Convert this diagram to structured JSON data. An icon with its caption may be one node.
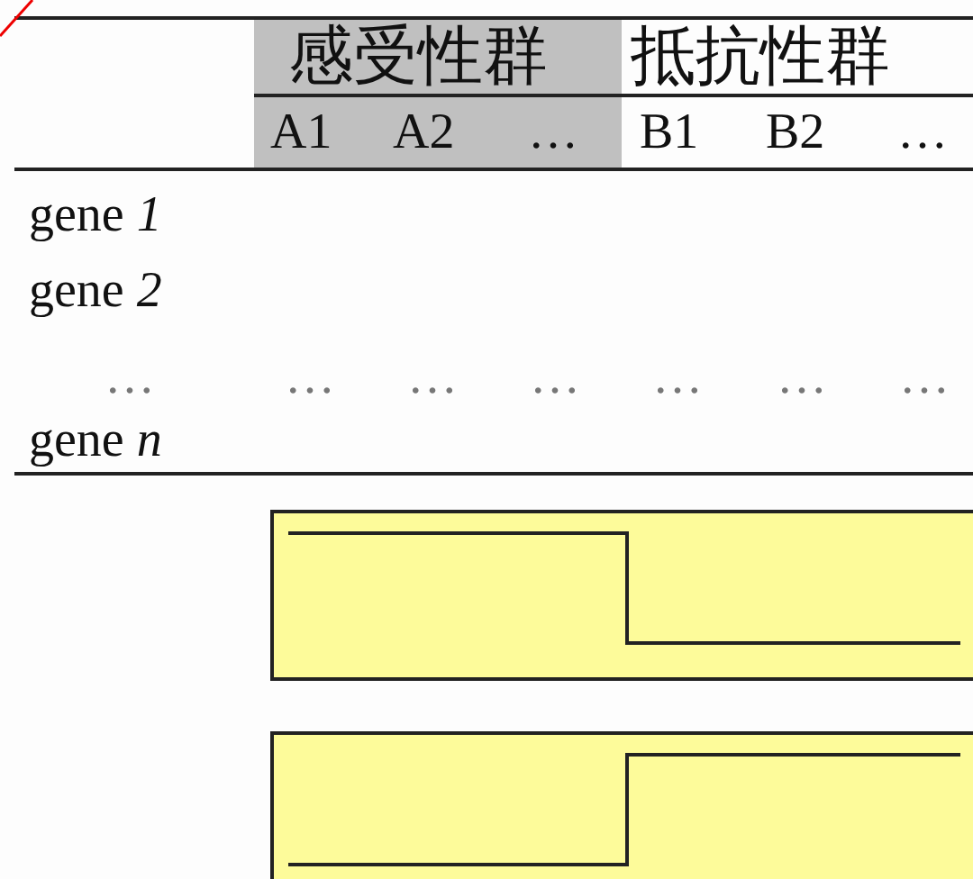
{
  "diagram": {
    "labels": [
      "感受性群",
      "抵抗性群",
      "A1",
      "A2",
      "…",
      "B1",
      "B2",
      "…",
      "gene *1*",
      "gene *2*",
      "…",
      "…",
      "…",
      "…",
      "…",
      "…",
      "…",
      "gene *n*"
    ]
  }
}
